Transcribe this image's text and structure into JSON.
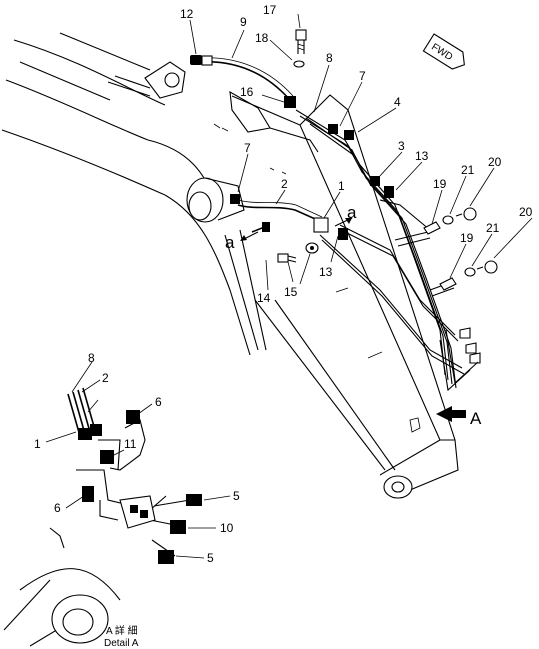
{
  "labels": {
    "n1_main": "1",
    "n2_main": "2",
    "n3": "3",
    "n4": "4",
    "n7_top": "7",
    "n7_mid": "7",
    "n8_top": "8",
    "n9": "9",
    "n12": "12",
    "n13_upper": "13",
    "n13_lower": "13",
    "n14": "14",
    "n15": "15",
    "n16": "16",
    "n17": "17",
    "n18": "18",
    "n19_upper": "19",
    "n19_lower": "19",
    "n20_upper": "20",
    "n20_lower": "20",
    "n21_upper": "21",
    "n21_lower": "21",
    "a_upper": "a",
    "a_lower": "a",
    "arrow_A": "A",
    "fwd": "FWD",
    "n8_detail": "8",
    "n2_detail": "2",
    "n1_detail": "1",
    "n6_detail_upper": "6",
    "n11_detail": "11",
    "n6_detail_lower": "6",
    "n5_detail_upper": "5",
    "n10_detail": "10",
    "n5_detail_lower": "5",
    "detail_caption_jp": "A 詳 細",
    "detail_caption_en": "Detail A"
  }
}
